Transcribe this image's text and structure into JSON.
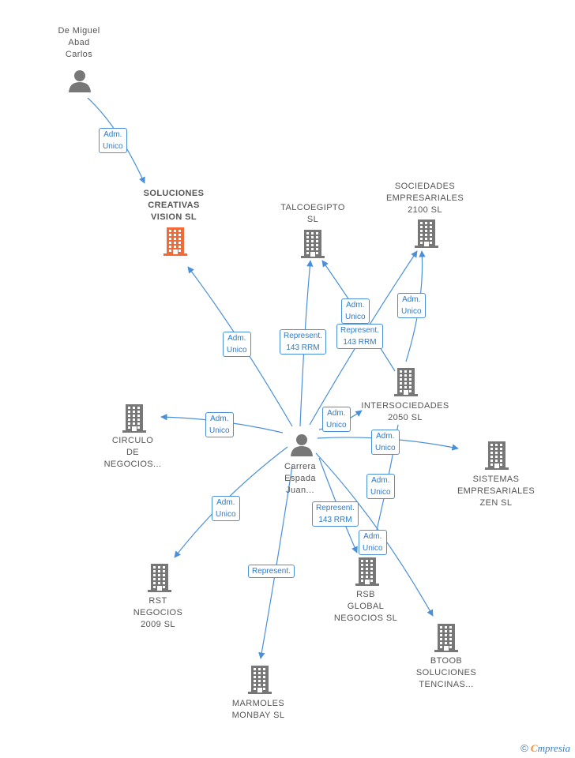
{
  "colors": {
    "edge": "#4a90d9",
    "building": "#777777",
    "highlight": "#f26a35",
    "person": "#777777"
  },
  "nodes": [
    {
      "id": "person_top",
      "label": "De Miguel\nAbad\nCarlos",
      "icon": "person-icon"
    },
    {
      "id": "soluciones",
      "label": "SOLUCIONES\nCREATIVAS\nVISION  SL",
      "icon": "building-icon",
      "highlight": true
    },
    {
      "id": "talco",
      "label": "TALCOEGIPTO\nSL",
      "icon": "building-icon"
    },
    {
      "id": "soc2100",
      "label": "SOCIEDADES\nEMPRESARIALES\n2100  SL",
      "icon": "building-icon"
    },
    {
      "id": "inter2050",
      "label": "INTERSOCIEDADES\n2050  SL",
      "icon": "building-icon"
    },
    {
      "id": "circulo",
      "label": "CIRCULO\nDE\nNEGOCIOS...",
      "icon": "building-icon"
    },
    {
      "id": "center",
      "label": "Carrera\nEspada\nJuan...",
      "icon": "person-icon"
    },
    {
      "id": "sistemas",
      "label": "SISTEMAS\nEMPRESARIALES\nZEN  SL",
      "icon": "building-icon"
    },
    {
      "id": "rst",
      "label": "RST\nNEGOCIOS\n2009 SL",
      "icon": "building-icon"
    },
    {
      "id": "rsb",
      "label": "RSB\nGLOBAL\nNEGOCIOS  SL",
      "icon": "building-icon"
    },
    {
      "id": "marmoles",
      "label": "MARMOLES\nMONBAY  SL",
      "icon": "building-icon"
    },
    {
      "id": "btoob",
      "label": "BTOOB\nSOLUCIONES\nTENCINAS...",
      "icon": "building-icon"
    }
  ],
  "edge_labels": [
    "Adm.\nUnico",
    "Adm.\nUnico",
    "Represent.\n143 RRM",
    "Adm.\nUnico",
    "Represent.\n143 RRM",
    "Adm.\nUnico",
    "Adm.\nUnico",
    "Adm.\nUnico",
    "Adm.\nUnico",
    "Adm.\nUnico",
    "Adm.\nUnico",
    "Represent.\n143 RRM",
    "Adm.\nUnico",
    "Represent."
  ],
  "watermark": {
    "copyright": "©",
    "brand_initial": "C",
    "brand_rest": "mpresia"
  }
}
